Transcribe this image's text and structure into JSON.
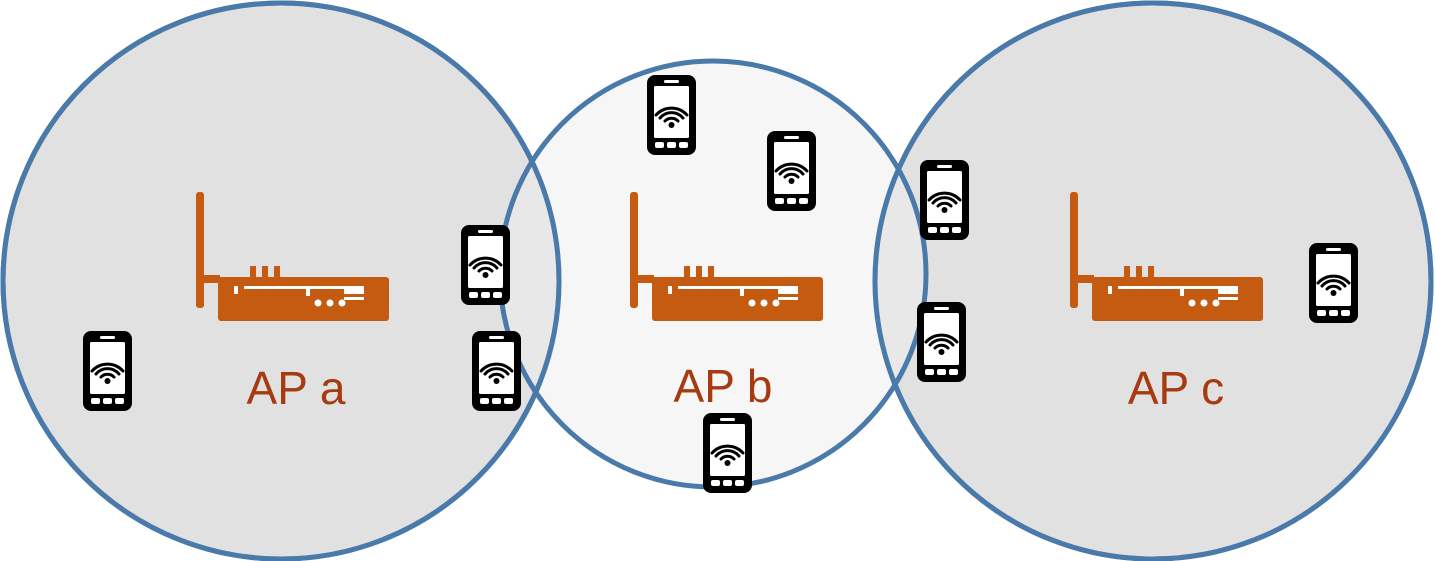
{
  "colors": {
    "coverage_fill_outer": "#e1e1e1",
    "coverage_fill_middle": "#efefef",
    "coverage_stroke": "#4a7aaa",
    "router": "#c55a11",
    "label": "#a63a10",
    "phone": "#000000",
    "phone_screen": "#ffffff"
  },
  "icons": {
    "access_point": "router-icon",
    "client": "smartphone-icon"
  },
  "access_points": [
    {
      "id": "a",
      "label": "AP a",
      "client_count": 3
    },
    {
      "id": "b",
      "label": "AP b",
      "client_count": 3
    },
    {
      "id": "c",
      "label": "AP c",
      "client_count": 3
    }
  ],
  "clients_total": 9
}
